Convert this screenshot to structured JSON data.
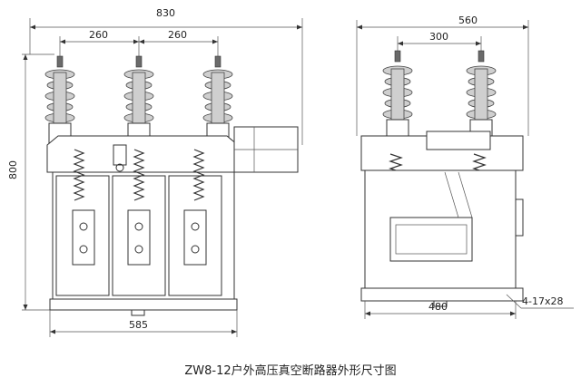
{
  "caption": "ZW8-12户外高压真空断路器外形尺寸图",
  "front_view": {
    "dim_overall_width": "830",
    "dim_pole_spacing_left": "260",
    "dim_pole_spacing_right": "260",
    "dim_height": "800",
    "dim_base_width": "585"
  },
  "side_view": {
    "dim_overall_width": "560",
    "dim_insulator_spacing": "300",
    "dim_base_width": "480",
    "dim_mount_holes": "4-17x28"
  }
}
